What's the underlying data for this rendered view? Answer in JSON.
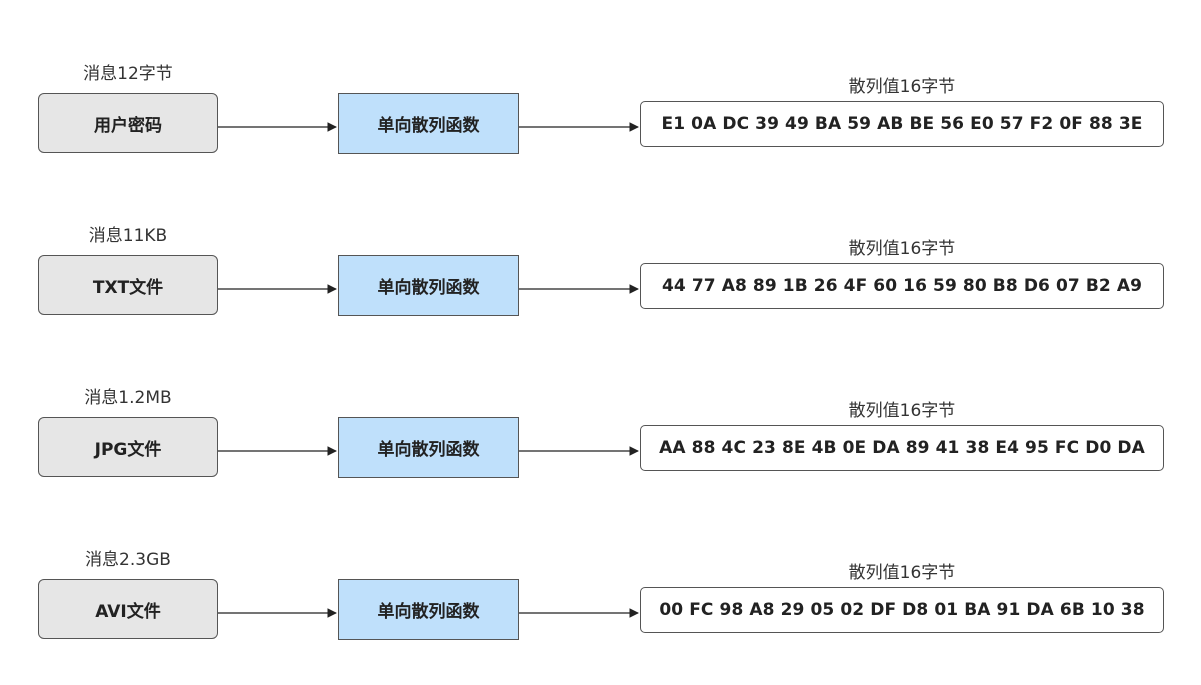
{
  "function_label": "单向散列函数",
  "rows": [
    {
      "message_label": "消息12字节",
      "source": "用户密码",
      "hash_label": "散列值16字节",
      "hash": "E1 0A DC 39 49 BA 59 AB BE 56 E0 57 F2 0F 88 3E"
    },
    {
      "message_label": "消息11KB",
      "source": "TXT文件",
      "hash_label": "散列值16字节",
      "hash": "44 77 A8 89 1B 26 4F 60 16 59 80 B8 D6 07 B2 A9"
    },
    {
      "message_label": "消息1.2MB",
      "source": "JPG文件",
      "hash_label": "散列值16字节",
      "hash": "AA 88 4C 23 8E 4B 0E DA 89 41 38 E4 95 FC D0 DA"
    },
    {
      "message_label": "消息2.3GB",
      "source": "AVI文件",
      "hash_label": "散列值16字节",
      "hash": "00 FC 98 A8 29 05 02 DF D8 01 BA 91 DA 6B 10 38"
    }
  ],
  "colors": {
    "source_fill": "#e6e6e6",
    "function_fill": "#bfe0fb",
    "stroke": "#555555"
  }
}
